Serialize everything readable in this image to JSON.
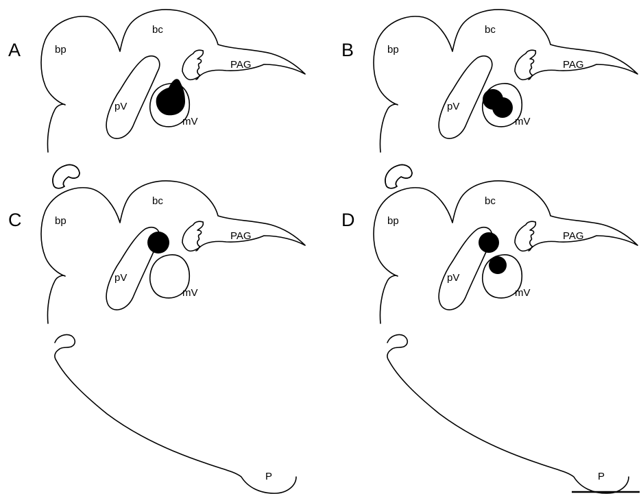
{
  "figure": {
    "panels": [
      {
        "letter": "A",
        "labels": {
          "bp": "bp",
          "bc": "bc",
          "pag": "PAG",
          "pv": "pV",
          "mv": "mV"
        }
      },
      {
        "letter": "B",
        "labels": {
          "bp": "bp",
          "bc": "bc",
          "pag": "PAG",
          "pv": "pV",
          "mv": "mV"
        }
      },
      {
        "letter": "C",
        "labels": {
          "bp": "bp",
          "bc": "bc",
          "pag": "PAG",
          "pv": "pV",
          "mv": "mV",
          "p": "P"
        }
      },
      {
        "letter": "D",
        "labels": {
          "bp": "bp",
          "bc": "bc",
          "pag": "PAG",
          "pv": "pV",
          "mv": "mV",
          "p": "P"
        }
      }
    ],
    "colors": {
      "ink": "#000000",
      "background": "#ffffff"
    }
  }
}
